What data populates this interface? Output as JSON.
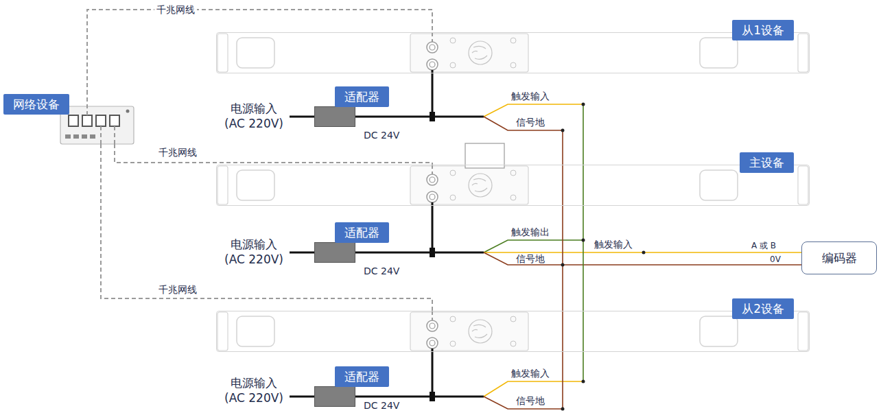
{
  "diagram": {
    "nodes": [
      {
        "text": [
          "从1设备"
        ]
      },
      {
        "text": [
          "网络设备"
        ]
      },
      {
        "text": [
          "适配器"
        ]
      },
      {
        "text": [
          "主设备"
        ]
      },
      {
        "text": [
          "适配器"
        ]
      },
      {
        "text": [
          "从2设备"
        ]
      },
      {
        "text": [
          "适配器"
        ]
      },
      {
        "text": [
          "编码器"
        ]
      }
    ],
    "edges": [
      {
        "from": 1,
        "to": 0,
        "arrow": "none",
        "label": "千兆网线"
      },
      {
        "from": 1,
        "to": 3,
        "arrow": "none",
        "label": "千兆网线"
      },
      {
        "from": 1,
        "to": 5,
        "arrow": "none",
        "label": "千兆网线"
      },
      {
        "from": 2,
        "to": 0,
        "arrow": "none"
      },
      {
        "from": 4,
        "to": 3,
        "arrow": "none"
      },
      {
        "from": 6,
        "to": 5,
        "arrow": "none"
      }
    ],
    "labels": [
      "电源输入 (AC 220V)",
      "DC 24V",
      "触发输入",
      "信号地",
      "电源输入 (AC 220V)",
      "DC 24V",
      "触发输出",
      "触发输入",
      "信号地",
      "A 或 B",
      "0V",
      "电源输入 (AC 220V)",
      "DC 24V",
      "触发输入",
      "信号地"
    ]
  }
}
